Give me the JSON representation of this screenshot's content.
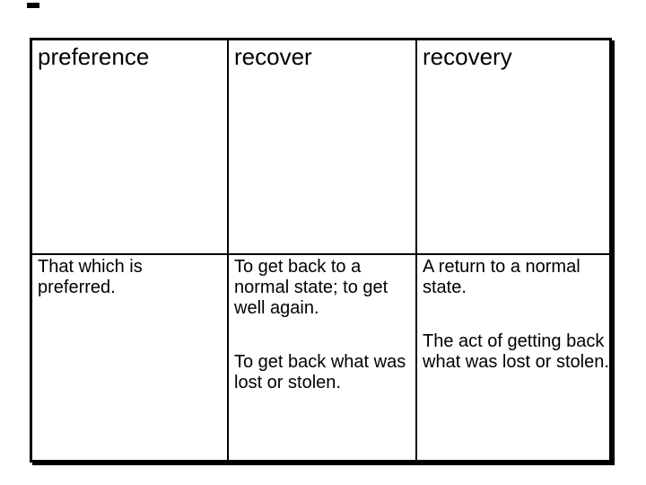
{
  "slide": {
    "type": "vocabulary-table-slide"
  },
  "table": {
    "columns": [
      {
        "word": "preference",
        "definitions": [
          "That which is\npreferred."
        ]
      },
      {
        "word": "recover",
        "definitions": [
          "To get back to a\nnormal state; to get\nwell again.",
          "To get back what was\nlost or stolen."
        ]
      },
      {
        "word": "recovery",
        "definitions": [
          "A return to a normal\nstate.",
          "The act of getting back\nwhat was lost or stolen."
        ]
      }
    ]
  },
  "colors": {
    "background": "#ffffff",
    "text": "#000000",
    "border": "#000000",
    "corner_mark": "#000000"
  }
}
